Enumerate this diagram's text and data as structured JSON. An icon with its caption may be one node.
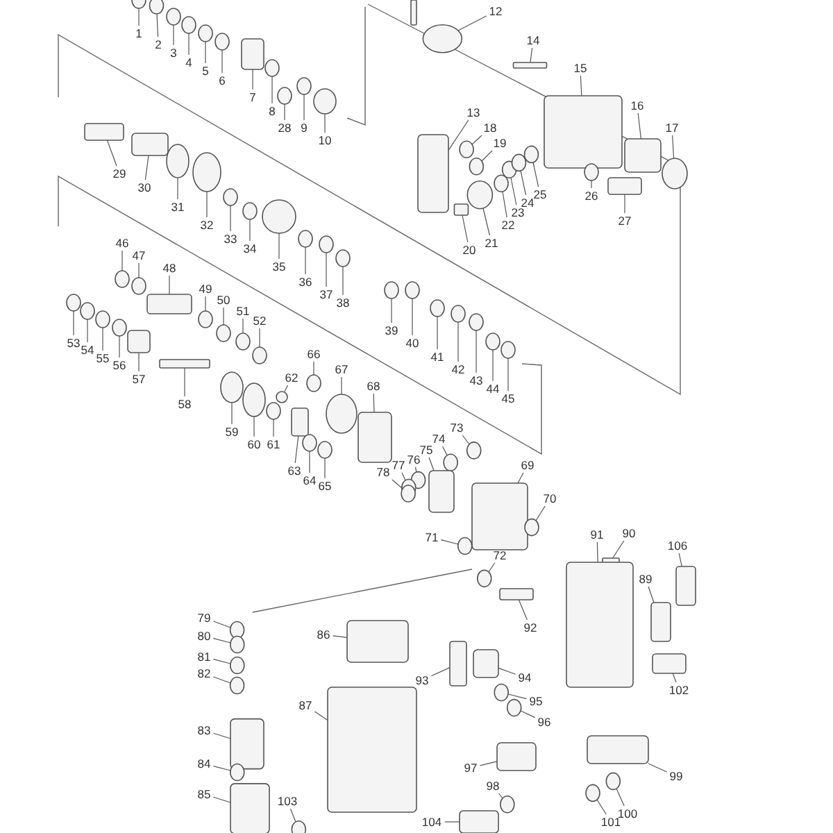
{
  "diagram": {
    "nodes": [
      {
        "text": [
          "1"
        ]
      },
      {
        "text": [
          "2"
        ]
      },
      {
        "text": [
          "3"
        ]
      },
      {
        "text": [
          "4"
        ]
      },
      {
        "text": [
          "5"
        ]
      },
      {
        "text": [
          "6"
        ]
      },
      {
        "text": [
          "7"
        ]
      },
      {
        "text": [
          "8"
        ]
      },
      {
        "text": [
          "9"
        ]
      },
      {
        "text": [
          "10"
        ]
      },
      {
        "text": [
          "12"
        ]
      },
      {
        "text": [
          "13"
        ]
      },
      {
        "text": [
          "14"
        ]
      },
      {
        "text": [
          "15"
        ]
      },
      {
        "text": [
          "16"
        ]
      },
      {
        "text": [
          "17"
        ]
      },
      {
        "text": [
          "18"
        ]
      },
      {
        "text": [
          "19"
        ]
      },
      {
        "text": [
          "20"
        ]
      },
      {
        "text": [
          "21"
        ]
      },
      {
        "text": [
          "22"
        ]
      },
      {
        "text": [
          "23"
        ]
      },
      {
        "text": [
          "24"
        ]
      },
      {
        "text": [
          "25"
        ]
      },
      {
        "text": [
          "26"
        ]
      },
      {
        "text": [
          "27"
        ]
      },
      {
        "text": [
          "28"
        ]
      },
      {
        "text": [
          "29"
        ]
      },
      {
        "text": [
          "30"
        ]
      },
      {
        "text": [
          "31"
        ]
      },
      {
        "text": [
          "32"
        ]
      },
      {
        "text": [
          "33"
        ]
      },
      {
        "text": [
          "34"
        ]
      },
      {
        "text": [
          "35"
        ]
      },
      {
        "text": [
          "36"
        ]
      },
      {
        "text": [
          "37"
        ]
      },
      {
        "text": [
          "38"
        ]
      },
      {
        "text": [
          "39"
        ]
      },
      {
        "text": [
          "40"
        ]
      },
      {
        "text": [
          "41"
        ]
      },
      {
        "text": [
          "42"
        ]
      },
      {
        "text": [
          "43"
        ]
      },
      {
        "text": [
          "44"
        ]
      },
      {
        "text": [
          "45"
        ]
      },
      {
        "text": [
          "46"
        ]
      },
      {
        "text": [
          "47"
        ]
      },
      {
        "text": [
          "48"
        ]
      },
      {
        "text": [
          "49"
        ]
      },
      {
        "text": [
          "50"
        ]
      },
      {
        "text": [
          "51"
        ]
      },
      {
        "text": [
          "52"
        ]
      },
      {
        "text": [
          "53"
        ]
      },
      {
        "text": [
          "54"
        ]
      },
      {
        "text": [
          "55"
        ]
      },
      {
        "text": [
          "56"
        ]
      },
      {
        "text": [
          "57"
        ]
      },
      {
        "text": [
          "58"
        ]
      },
      {
        "text": [
          "59"
        ]
      },
      {
        "text": [
          "60"
        ]
      },
      {
        "text": [
          "61"
        ]
      },
      {
        "text": [
          "62"
        ]
      },
      {
        "text": [
          "63"
        ]
      },
      {
        "text": [
          "64"
        ]
      },
      {
        "text": [
          "65"
        ]
      },
      {
        "text": [
          "66"
        ]
      },
      {
        "text": [
          "67"
        ]
      },
      {
        "text": [
          "68"
        ]
      },
      {
        "text": [
          "69"
        ]
      },
      {
        "text": [
          "70"
        ]
      },
      {
        "text": [
          "71"
        ]
      },
      {
        "text": [
          "72"
        ]
      },
      {
        "text": [
          "73"
        ]
      },
      {
        "text": [
          "74"
        ]
      },
      {
        "text": [
          "75"
        ]
      },
      {
        "text": [
          "76"
        ]
      },
      {
        "text": [
          "77"
        ]
      },
      {
        "text": [
          "78"
        ]
      },
      {
        "text": [
          "79"
        ]
      },
      {
        "text": [
          "80"
        ]
      },
      {
        "text": [
          "81"
        ]
      },
      {
        "text": [
          "82"
        ]
      },
      {
        "text": [
          "83"
        ]
      },
      {
        "text": [
          "84"
        ]
      },
      {
        "text": [
          "85"
        ]
      },
      {
        "text": [
          "86"
        ]
      },
      {
        "text": [
          "87"
        ]
      },
      {
        "text": [
          "89"
        ]
      },
      {
        "text": [
          "90"
        ]
      },
      {
        "text": [
          "91"
        ]
      },
      {
        "text": [
          "92"
        ]
      },
      {
        "text": [
          "93"
        ]
      },
      {
        "text": [
          "94"
        ]
      },
      {
        "text": [
          "95"
        ]
      },
      {
        "text": [
          "96"
        ]
      },
      {
        "text": [
          "97"
        ]
      },
      {
        "text": [
          "98"
        ]
      },
      {
        "text": [
          "99"
        ]
      },
      {
        "text": [
          "100"
        ]
      },
      {
        "text": [
          "101"
        ]
      },
      {
        "text": [
          "102"
        ]
      },
      {
        "text": [
          "103"
        ]
      },
      {
        "text": [
          "104"
        ]
      },
      {
        "text": [
          "106"
        ]
      },
      {
        "text": [],
        "shape": "circle"
      },
      {
        "text": [],
        "shape": "circle"
      },
      {
        "text": [],
        "shape": "circle"
      },
      {
        "text": [],
        "shape": "circle"
      },
      {
        "text": [],
        "shape": "circle"
      },
      {
        "text": [],
        "shape": "circle"
      },
      {
        "text": [],
        "shape": "box"
      },
      {
        "text": [],
        "shape": "circle"
      },
      {
        "text": [],
        "shape": "circle"
      },
      {
        "text": [],
        "shape": "circle"
      },
      {
        "text": [],
        "shape": "circle"
      },
      {
        "text": [],
        "shape": "box"
      },
      {
        "text": [],
        "shape": "box"
      },
      {
        "text": [],
        "shape": "box"
      },
      {
        "text": [],
        "shape": "box"
      },
      {
        "text": [],
        "shape": "circle"
      },
      {
        "text": [],
        "shape": "circle"
      },
      {
        "text": [],
        "shape": "circle"
      },
      {
        "text": [],
        "shape": "box"
      },
      {
        "text": [],
        "shape": "circle"
      },
      {
        "text": [],
        "shape": "circle"
      },
      {
        "text": [],
        "shape": "circle"
      },
      {
        "text": [],
        "shape": "circle"
      },
      {
        "text": [],
        "shape": "circle"
      },
      {
        "text": [],
        "shape": "circle"
      },
      {
        "text": [],
        "shape": "box"
      },
      {
        "text": [],
        "shape": "circle"
      },
      {
        "text": [],
        "shape": "box"
      },
      {
        "text": [],
        "shape": "box"
      },
      {
        "text": [],
        "shape": "circle"
      },
      {
        "text": [],
        "shape": "circle"
      },
      {
        "text": [],
        "shape": "circle"
      },
      {
        "text": [],
        "shape": "circle"
      },
      {
        "text": [],
        "shape": "circle"
      },
      {
        "text": [],
        "shape": "circle"
      },
      {
        "text": [],
        "shape": "circle"
      },
      {
        "text": [],
        "shape": "circle"
      },
      {
        "text": [],
        "shape": "circle"
      },
      {
        "text": [],
        "shape": "circle"
      },
      {
        "text": [],
        "shape": "circle"
      },
      {
        "text": [],
        "shape": "circle"
      },
      {
        "text": [],
        "shape": "circle"
      },
      {
        "text": [],
        "shape": "circle"
      },
      {
        "text": [],
        "shape": "circle"
      },
      {
        "text": [],
        "shape": "circle"
      },
      {
        "text": [],
        "shape": "circle"
      },
      {
        "text": [],
        "shape": "box"
      },
      {
        "text": [],
        "shape": "circle"
      },
      {
        "text": [],
        "shape": "circle"
      },
      {
        "text": [],
        "shape": "circle"
      },
      {
        "text": [],
        "shape": "circle"
      },
      {
        "text": [],
        "shape": "circle"
      },
      {
        "text": [],
        "shape": "circle"
      },
      {
        "text": [],
        "shape": "circle"
      },
      {
        "text": [],
        "shape": "circle"
      },
      {
        "text": [],
        "shape": "box"
      },
      {
        "text": [],
        "shape": "box"
      },
      {
        "text": [],
        "shape": "circle"
      },
      {
        "text": [],
        "shape": "circle"
      },
      {
        "text": [],
        "shape": "circle"
      },
      {
        "text": [],
        "shape": "circle"
      },
      {
        "text": [],
        "shape": "box"
      },
      {
        "text": [],
        "shape": "circle"
      },
      {
        "text": [],
        "shape": "circle"
      },
      {
        "text": [],
        "shape": "circle"
      },
      {
        "text": [],
        "shape": "circle"
      },
      {
        "text": [],
        "shape": "box"
      },
      {
        "text": [],
        "shape": "box"
      },
      {
        "text": [],
        "shape": "circle"
      },
      {
        "text": [],
        "shape": "circle"
      },
      {
        "text": [],
        "shape": "circle"
      },
      {
        "text": [],
        "shape": "circle"
      },
      {
        "text": [],
        "shape": "circle"
      },
      {
        "text": [],
        "shape": "box"
      },
      {
        "text": [],
        "shape": "circle"
      },
      {
        "text": [],
        "shape": "circle"
      },
      {
        "text": [],
        "shape": "circle"
      },
      {
        "text": [],
        "shape": "circle"
      },
      {
        "text": [],
        "shape": "circle"
      },
      {
        "text": [],
        "shape": "circle"
      },
      {
        "text": [],
        "shape": "circle"
      },
      {
        "text": [],
        "shape": "box"
      },
      {
        "text": [],
        "shape": "circle"
      },
      {
        "text": [],
        "shape": "box"
      },
      {
        "text": [],
        "shape": "box"
      },
      {
        "text": [],
        "shape": "box"
      },
      {
        "text": [],
        "shape": "box"
      },
      {
        "text": [],
        "shape": "box"
      },
      {
        "text": [],
        "shape": "box"
      },
      {
        "text": [],
        "shape": "box"
      },
      {
        "text": [],
        "shape": "box"
      },
      {
        "text": [],
        "shape": "box"
      },
      {
        "text": [],
        "shape": "circle"
      },
      {
        "text": [],
        "shape": "circle"
      },
      {
        "text": [],
        "shape": "box"
      },
      {
        "text": [],
        "shape": "circle"
      },
      {
        "text": [],
        "shape": "box"
      },
      {
        "text": [],
        "shape": "circle"
      },
      {
        "text": [],
        "shape": "circle"
      },
      {
        "text": [],
        "shape": "box"
      },
      {
        "text": [],
        "shape": "circle"
      },
      {
        "text": [],
        "shape": "box"
      },
      {
        "text": [],
        "shape": "box"
      }
    ],
    "edges": [
      {
        "from": 0,
        "to": 103,
        "arrow": "none"
      },
      {
        "from": 1,
        "to": 104,
        "arrow": "none"
      },
      {
        "from": 2,
        "to": 105,
        "arrow": "none"
      },
      {
        "from": 3,
        "to": 106,
        "arrow": "none"
      },
      {
        "from": 4,
        "to": 107,
        "arrow": "none"
      },
      {
        "from": 5,
        "to": 108,
        "arrow": "none"
      },
      {
        "from": 6,
        "to": 109,
        "arrow": "none"
      },
      {
        "from": 7,
        "to": 110,
        "arrow": "none"
      },
      {
        "from": 8,
        "to": 111,
        "arrow": "none"
      },
      {
        "from": 9,
        "to": 112,
        "arrow": "none"
      },
      {
        "from": 10,
        "to": 113,
        "arrow": "none"
      },
      {
        "from": 11,
        "to": 114,
        "arrow": "none"
      },
      {
        "from": 12,
        "to": 115,
        "arrow": "none"
      },
      {
        "from": 13,
        "to": 116,
        "arrow": "none"
      },
      {
        "from": 14,
        "to": 117,
        "arrow": "none"
      },
      {
        "from": 15,
        "to": 118,
        "arrow": "none"
      },
      {
        "from": 16,
        "to": 119,
        "arrow": "none"
      },
      {
        "from": 17,
        "to": 120,
        "arrow": "none"
      },
      {
        "from": 18,
        "to": 121,
        "arrow": "none"
      },
      {
        "from": 19,
        "to": 122,
        "arrow": "none"
      },
      {
        "from": 20,
        "to": 123,
        "arrow": "none"
      },
      {
        "from": 21,
        "to": 124,
        "arrow": "none"
      },
      {
        "from": 22,
        "to": 125,
        "arrow": "none"
      },
      {
        "from": 23,
        "to": 126,
        "arrow": "none"
      },
      {
        "from": 24,
        "to": 127,
        "arrow": "none"
      },
      {
        "from": 25,
        "to": 128,
        "arrow": "none"
      },
      {
        "from": 26,
        "to": 129,
        "arrow": "none"
      },
      {
        "from": 27,
        "to": 130,
        "arrow": "none"
      },
      {
        "from": 28,
        "to": 131,
        "arrow": "none"
      },
      {
        "from": 29,
        "to": 132,
        "arrow": "none"
      },
      {
        "from": 30,
        "to": 133,
        "arrow": "none"
      },
      {
        "from": 31,
        "to": 134,
        "arrow": "none"
      },
      {
        "from": 32,
        "to": 135,
        "arrow": "none"
      },
      {
        "from": 33,
        "to": 136,
        "arrow": "none"
      },
      {
        "from": 34,
        "to": 137,
        "arrow": "none"
      },
      {
        "from": 35,
        "to": 138,
        "arrow": "none"
      },
      {
        "from": 36,
        "to": 139,
        "arrow": "none"
      },
      {
        "from": 37,
        "to": 140,
        "arrow": "none"
      },
      {
        "from": 38,
        "to": 141,
        "arrow": "none"
      },
      {
        "from": 39,
        "to": 142,
        "arrow": "none"
      },
      {
        "from": 40,
        "to": 143,
        "arrow": "none"
      },
      {
        "from": 41,
        "to": 144,
        "arrow": "none"
      },
      {
        "from": 42,
        "to": 145,
        "arrow": "none"
      },
      {
        "from": 43,
        "to": 146,
        "arrow": "none"
      },
      {
        "from": 44,
        "to": 147,
        "arrow": "none"
      },
      {
        "from": 45,
        "to": 148,
        "arrow": "none"
      },
      {
        "from": 46,
        "to": 149,
        "arrow": "none"
      },
      {
        "from": 47,
        "to": 150,
        "arrow": "none"
      },
      {
        "from": 48,
        "to": 151,
        "arrow": "none"
      },
      {
        "from": 49,
        "to": 152,
        "arrow": "none"
      },
      {
        "from": 50,
        "to": 153,
        "arrow": "none"
      },
      {
        "from": 51,
        "to": 154,
        "arrow": "none"
      },
      {
        "from": 52,
        "to": 155,
        "arrow": "none"
      },
      {
        "from": 53,
        "to": 156,
        "arrow": "none"
      },
      {
        "from": 54,
        "to": 157,
        "arrow": "none"
      },
      {
        "from": 55,
        "to": 158,
        "arrow": "none"
      },
      {
        "from": 56,
        "to": 159,
        "arrow": "none"
      },
      {
        "from": 57,
        "to": 160,
        "arrow": "none"
      },
      {
        "from": 58,
        "to": 161,
        "arrow": "none"
      },
      {
        "from": 59,
        "to": 162,
        "arrow": "none"
      },
      {
        "from": 60,
        "to": 163,
        "arrow": "none"
      },
      {
        "from": 61,
        "to": 164,
        "arrow": "none"
      },
      {
        "from": 62,
        "to": 165,
        "arrow": "none"
      },
      {
        "from": 63,
        "to": 166,
        "arrow": "none"
      },
      {
        "from": 64,
        "to": 167,
        "arrow": "none"
      },
      {
        "from": 65,
        "to": 168,
        "arrow": "none"
      },
      {
        "from": 66,
        "to": 169,
        "arrow": "none"
      },
      {
        "from": 67,
        "to": 170,
        "arrow": "none"
      },
      {
        "from": 68,
        "to": 171,
        "arrow": "none"
      },
      {
        "from": 69,
        "to": 172,
        "arrow": "none"
      },
      {
        "from": 70,
        "to": 173,
        "arrow": "none"
      },
      {
        "from": 71,
        "to": 174,
        "arrow": "none"
      },
      {
        "from": 72,
        "to": 175,
        "arrow": "none"
      },
      {
        "from": 73,
        "to": 176,
        "arrow": "none"
      },
      {
        "from": 74,
        "to": 177,
        "arrow": "none"
      },
      {
        "from": 75,
        "to": 178,
        "arrow": "none"
      },
      {
        "from": 76,
        "to": 179,
        "arrow": "none"
      },
      {
        "from": 77,
        "to": 180,
        "arrow": "none"
      },
      {
        "from": 78,
        "to": 181,
        "arrow": "none"
      },
      {
        "from": 79,
        "to": 182,
        "arrow": "none"
      },
      {
        "from": 80,
        "to": 183,
        "arrow": "none"
      },
      {
        "from": 81,
        "to": 184,
        "arrow": "none"
      },
      {
        "from": 82,
        "to": 185,
        "arrow": "none"
      },
      {
        "from": 83,
        "to": 186,
        "arrow": "none"
      },
      {
        "from": 84,
        "to": 187,
        "arrow": "none"
      },
      {
        "from": 85,
        "to": 188,
        "arrow": "none"
      },
      {
        "from": 86,
        "to": 189,
        "arrow": "none"
      },
      {
        "from": 87,
        "to": 190,
        "arrow": "none"
      },
      {
        "from": 88,
        "to": 191,
        "arrow": "none"
      },
      {
        "from": 89,
        "to": 192,
        "arrow": "none"
      },
      {
        "from": 90,
        "to": 193,
        "arrow": "none"
      },
      {
        "from": 91,
        "to": 194,
        "arrow": "none"
      },
      {
        "from": 92,
        "to": 195,
        "arrow": "none"
      },
      {
        "from": 93,
        "to": 196,
        "arrow": "none"
      },
      {
        "from": 94,
        "to": 197,
        "arrow": "none"
      },
      {
        "from": 95,
        "to": 198,
        "arrow": "none"
      },
      {
        "from": 96,
        "to": 199,
        "arrow": "none"
      },
      {
        "from": 97,
        "to": 200,
        "arrow": "none"
      },
      {
        "from": 98,
        "to": 201,
        "arrow": "none"
      },
      {
        "from": 99,
        "to": 202,
        "arrow": "none"
      },
      {
        "from": 100,
        "to": 203,
        "arrow": "none"
      },
      {
        "from": 101,
        "to": 204,
        "arrow": "none"
      },
      {
        "from": 102,
        "to": 205,
        "arrow": "none"
      }
    ]
  }
}
